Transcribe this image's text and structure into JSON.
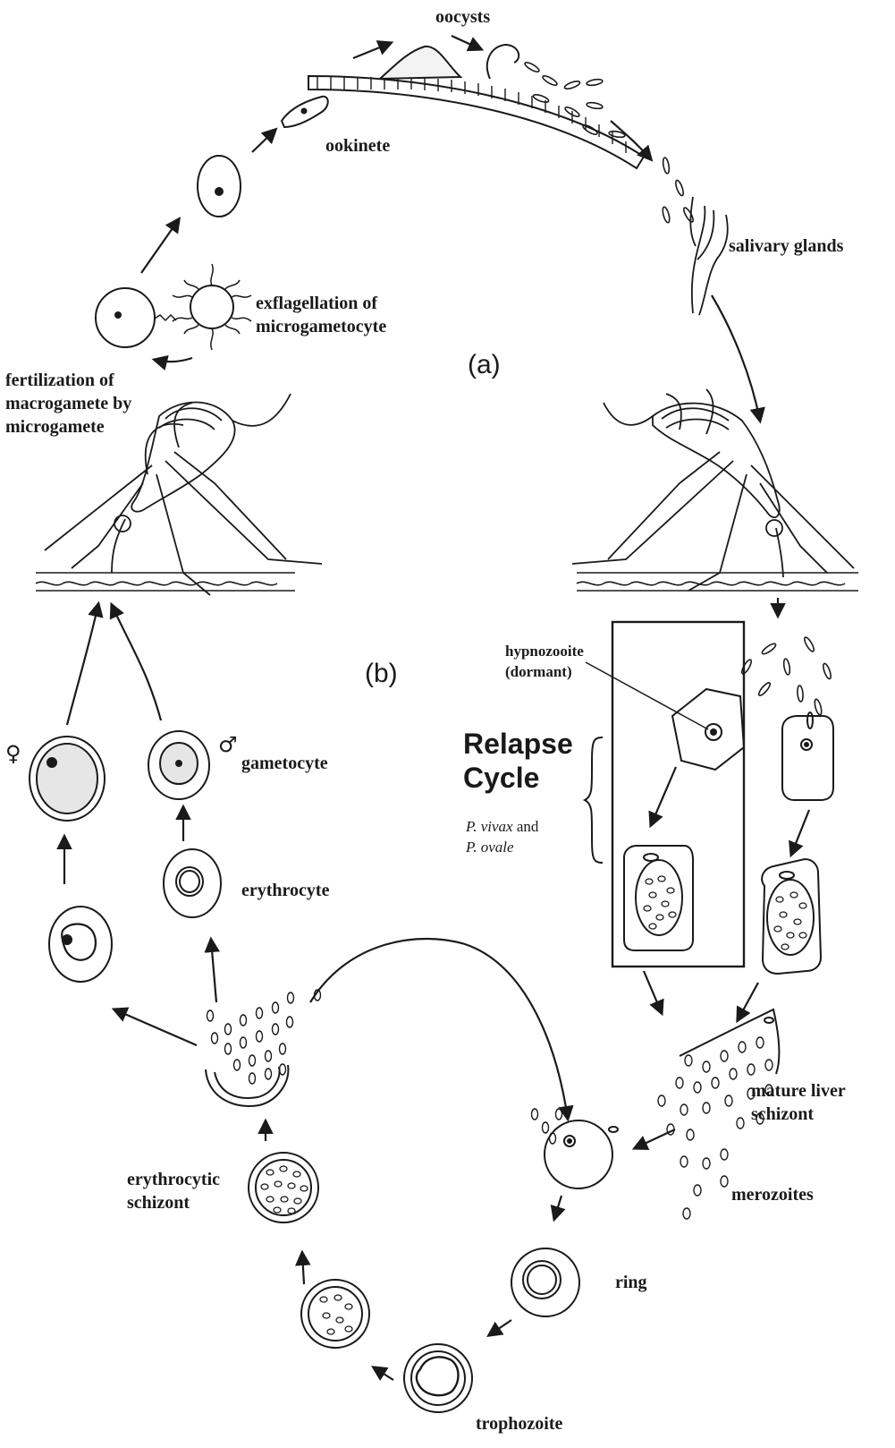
{
  "labels": {
    "oocysts": "oocysts",
    "ookinete": "ookinete",
    "salivary_glands": "salivary glands",
    "exflagellation": [
      "exflagellation of",
      "microgametocyte"
    ],
    "fertilization": [
      "fertilization of",
      "macrogamete by",
      "microgamete"
    ],
    "panel_a": "(a)",
    "panel_b": "(b)",
    "hypnozooite": [
      "hypnozooite",
      "(dormant)"
    ],
    "relapse": [
      "Relapse",
      "Cycle"
    ],
    "species": {
      "sp1": "P. vivax",
      "and": " and",
      "sp2": "P. ovale"
    },
    "gametocyte": "gametocyte",
    "erythrocyte": "erythrocyte",
    "mature_liver_schizont": [
      "mature liver",
      "schizont"
    ],
    "merozoites": "merozoites",
    "erythrocytic_schizont": [
      "erythrocytic",
      "schizont"
    ],
    "ring": "ring",
    "trophozoite": "trophozoite"
  },
  "symbols": {
    "female": "♀",
    "male": "♂"
  }
}
